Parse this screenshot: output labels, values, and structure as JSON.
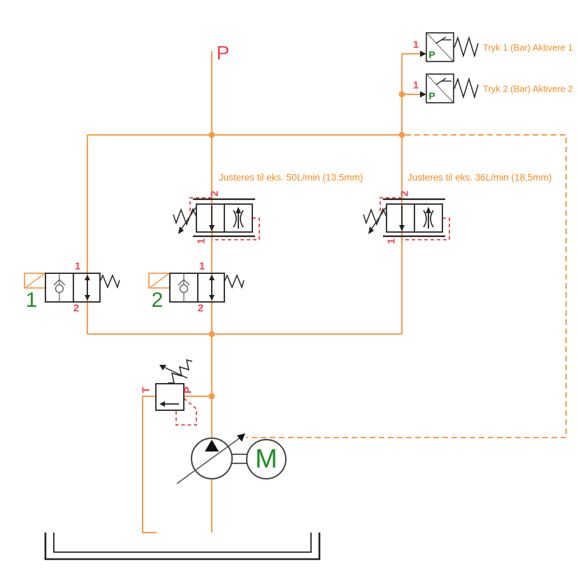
{
  "diagram": {
    "title_port": "P",
    "pressure_switches": [
      {
        "port": "1",
        "gauge_label": "P",
        "label": "Tryk 1 (Bar) Aktivere 1"
      },
      {
        "port": "1",
        "gauge_label": "P",
        "label": "Tryk 2 (Bar) Aktivere 2"
      }
    ],
    "flow_controls": [
      {
        "note": "Justeres til eks. 50L/min (13,5mm)",
        "port_top": "2",
        "port_bottom": "1"
      },
      {
        "note": "Justeres til eks. 36L/min (18,5mm)",
        "port_top": "2",
        "port_bottom": "1"
      }
    ],
    "solenoid_valves": [
      {
        "id": "1",
        "port_top": "1",
        "port_bottom": "2"
      },
      {
        "id": "2",
        "port_top": "1",
        "port_bottom": "2"
      }
    ],
    "relief_valve": {
      "port_left": "T",
      "port_right": "P"
    },
    "motor_label": "M",
    "colors": {
      "line_orange": "#f79b4b",
      "text_orange": "#f78b1e",
      "label_red": "#f4404d",
      "pilot_red": "#f03e3e",
      "green": "#1f8b26",
      "black": "#222222"
    }
  }
}
